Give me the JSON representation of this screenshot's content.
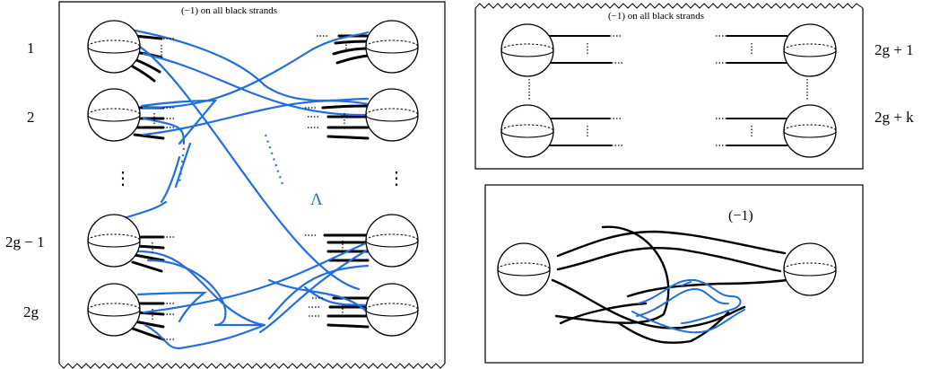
{
  "left_panel": {
    "caption": "(−1) on all black strands",
    "lambda_label": "Λ",
    "row_labels": [
      "1",
      "2",
      "⋮",
      "2g − 1",
      "2g"
    ]
  },
  "top_right_panel": {
    "caption": "(−1) on all black strands",
    "row_labels": [
      "2g + 1",
      "2g + k"
    ]
  },
  "bottom_right_panel": {
    "framing_label": "(−1)"
  },
  "colors": {
    "blue_strand": "#1f6fe0",
    "black_strand": "#000000"
  }
}
